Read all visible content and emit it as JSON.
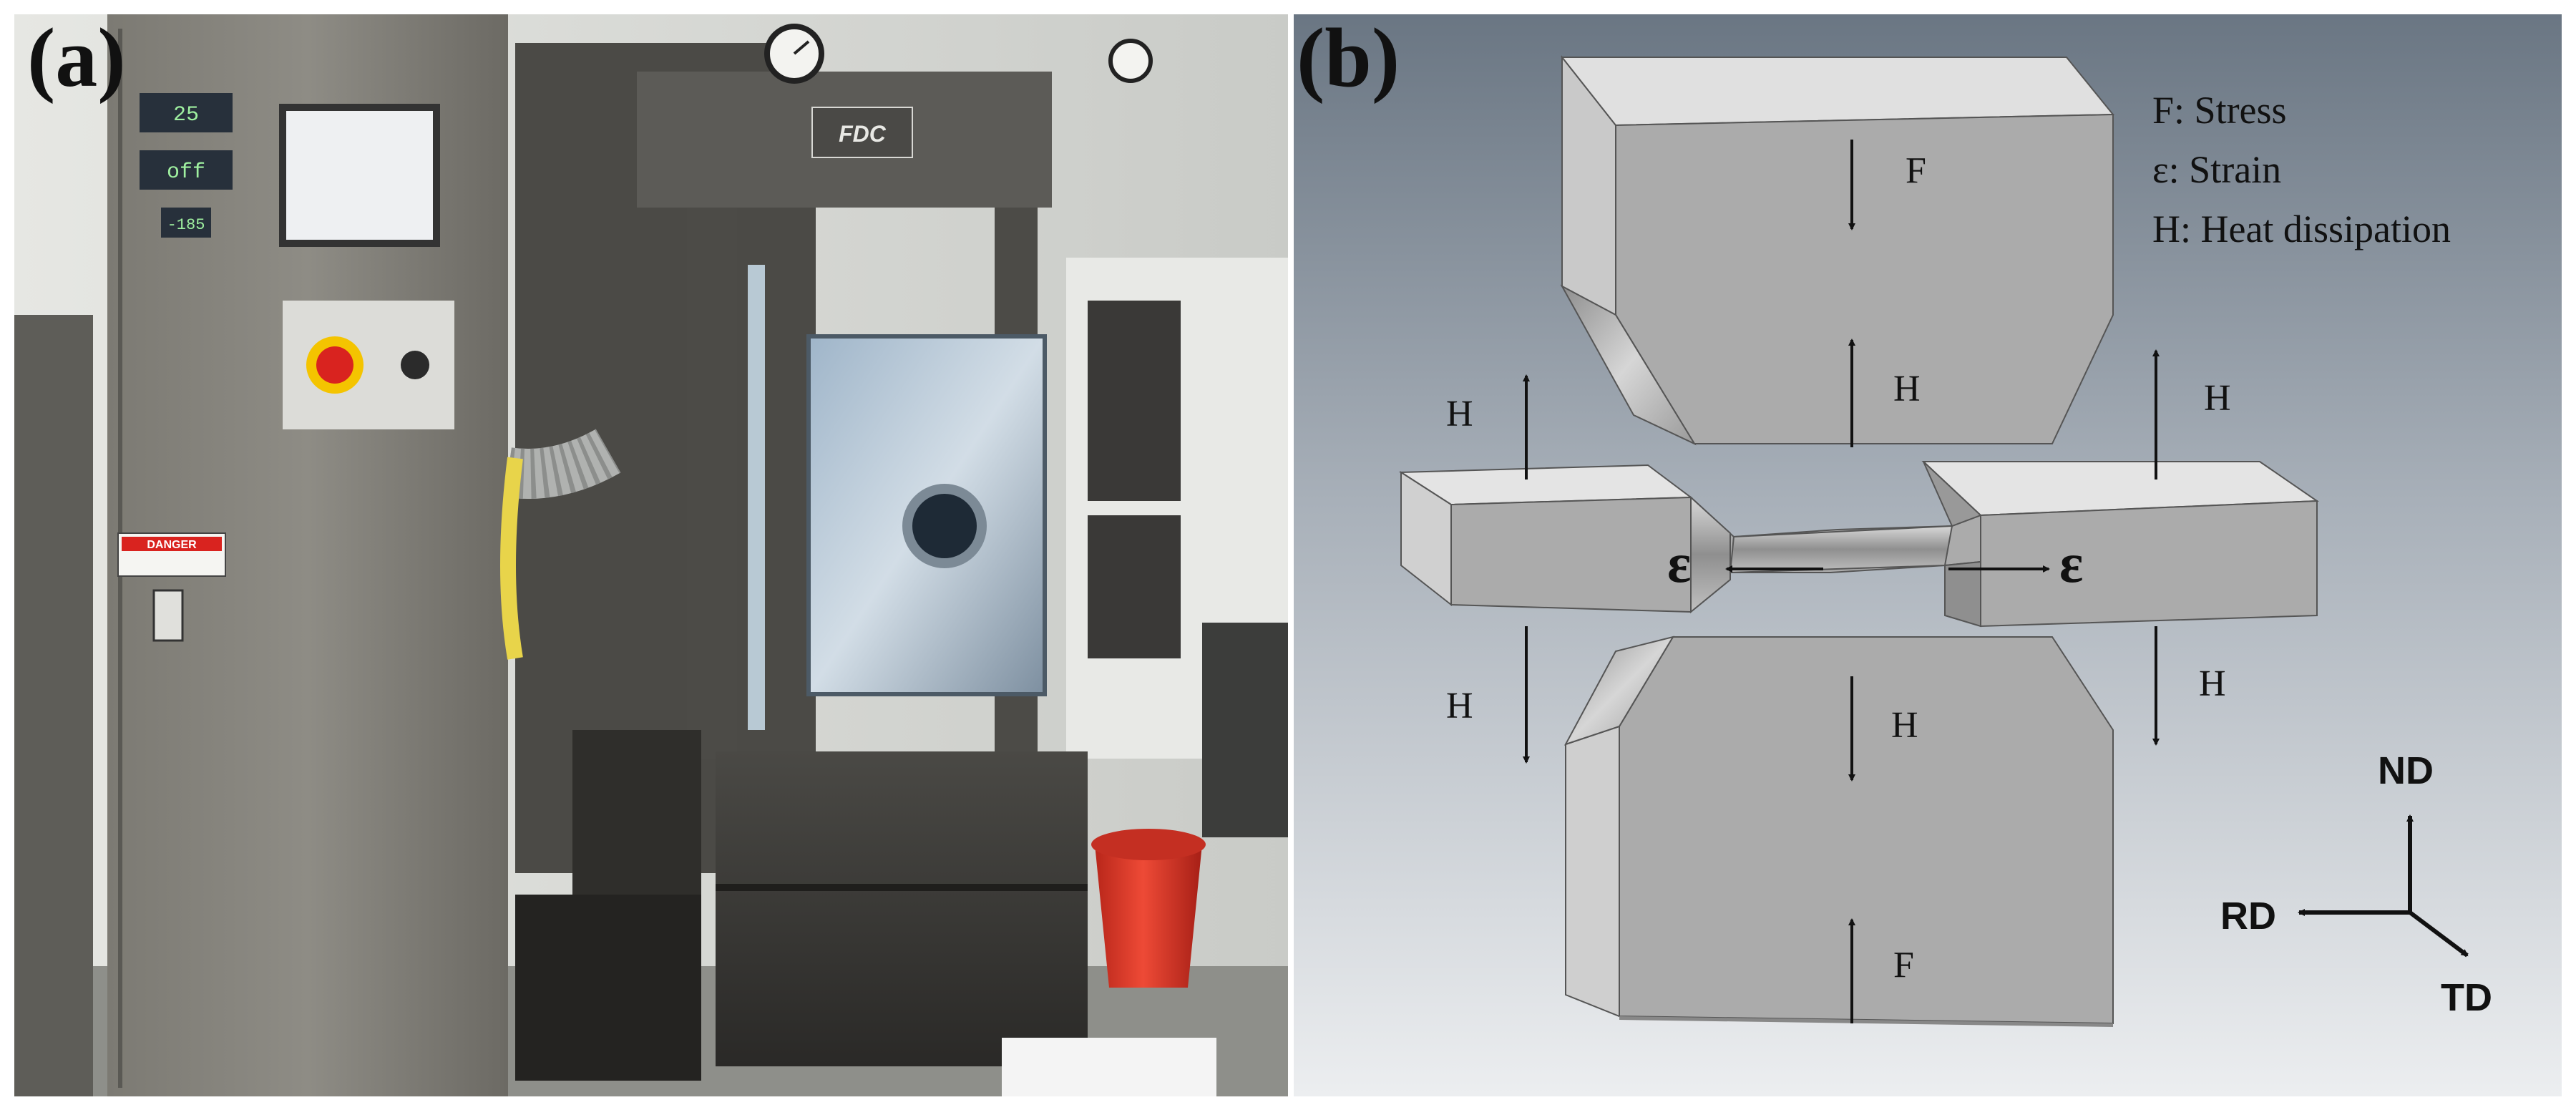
{
  "panels": {
    "a_label": "(a)",
    "b_label": "(b)"
  },
  "photo": {
    "display_temp": "25",
    "display_mid": "off",
    "display_small": "-185",
    "warning_label": "DANGER",
    "logo_text": "FDC"
  },
  "legend": {
    "f_line": "F: Stress",
    "e_line": "ε: Strain",
    "h_line": "H: Heat dissipation"
  },
  "diagram_labels": {
    "F_top": "F",
    "H_top_anvil": "H",
    "H_left_up": "H",
    "H_right_up": "H",
    "eps_left": "ε",
    "eps_right": "ε",
    "H_left_down": "H",
    "H_bottom_anvil": "H",
    "H_right_down": "H",
    "F_bottom": "F"
  },
  "axes": {
    "nd": "ND",
    "rd": "RD",
    "td": "TD"
  },
  "colors": {
    "diagram_bg_top": "#6a7683",
    "diagram_bg_bottom": "#e9ebee",
    "block_face": "#ababab",
    "block_light": "#dcdcdc",
    "machine_dark": "#3d3c39",
    "danger_red": "#d9231f",
    "bucket_red": "#e23a2a"
  }
}
